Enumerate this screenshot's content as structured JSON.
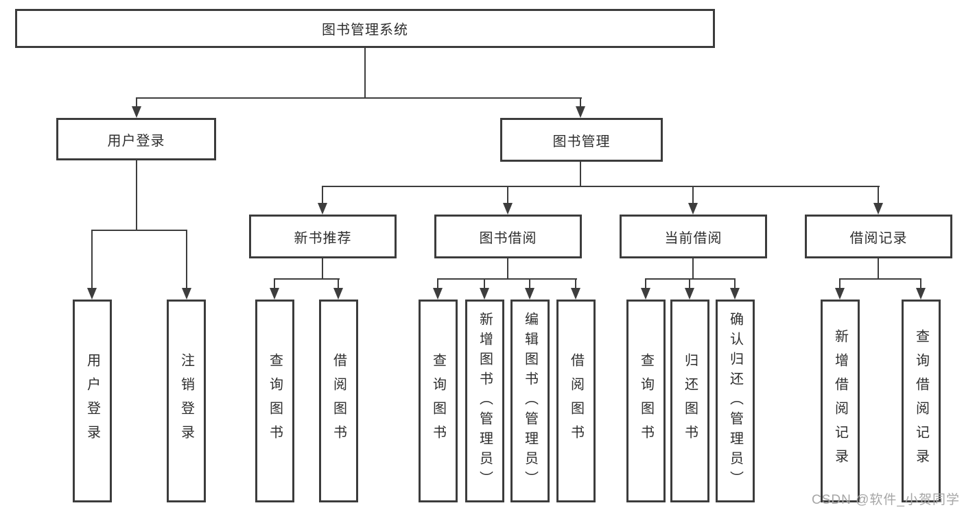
{
  "nodes": {
    "root": "图书管理系统",
    "userLogin": "用户登录",
    "bookManagement": "图书管理",
    "newBookRecommend": "新书推荐",
    "bookBorrow": "图书借阅",
    "currentBorrow": "当前借阅",
    "borrowRecords": "借阅记录",
    "leaves": {
      "userLogin": [
        "用户登录",
        "注销登录"
      ],
      "newBookRecommend": [
        "查询图书",
        "借阅图书"
      ],
      "bookBorrow": [
        "查询图书",
        "新增图书（管理员）",
        "编辑图书（管理员）",
        "借阅图书"
      ],
      "currentBorrow": [
        "查询图书",
        "归还图书",
        "确认归还（管理员）"
      ],
      "borrowRecords": [
        "新增借阅记录",
        "查询借阅记录"
      ]
    }
  },
  "watermark": "CSDN @软件_小贺同学",
  "colors": {
    "line": "#3d3d3d",
    "border": "#3c3c3c",
    "text": "#2e2e2e",
    "background": "#ffffff",
    "watermark": "#a6a6a6"
  }
}
